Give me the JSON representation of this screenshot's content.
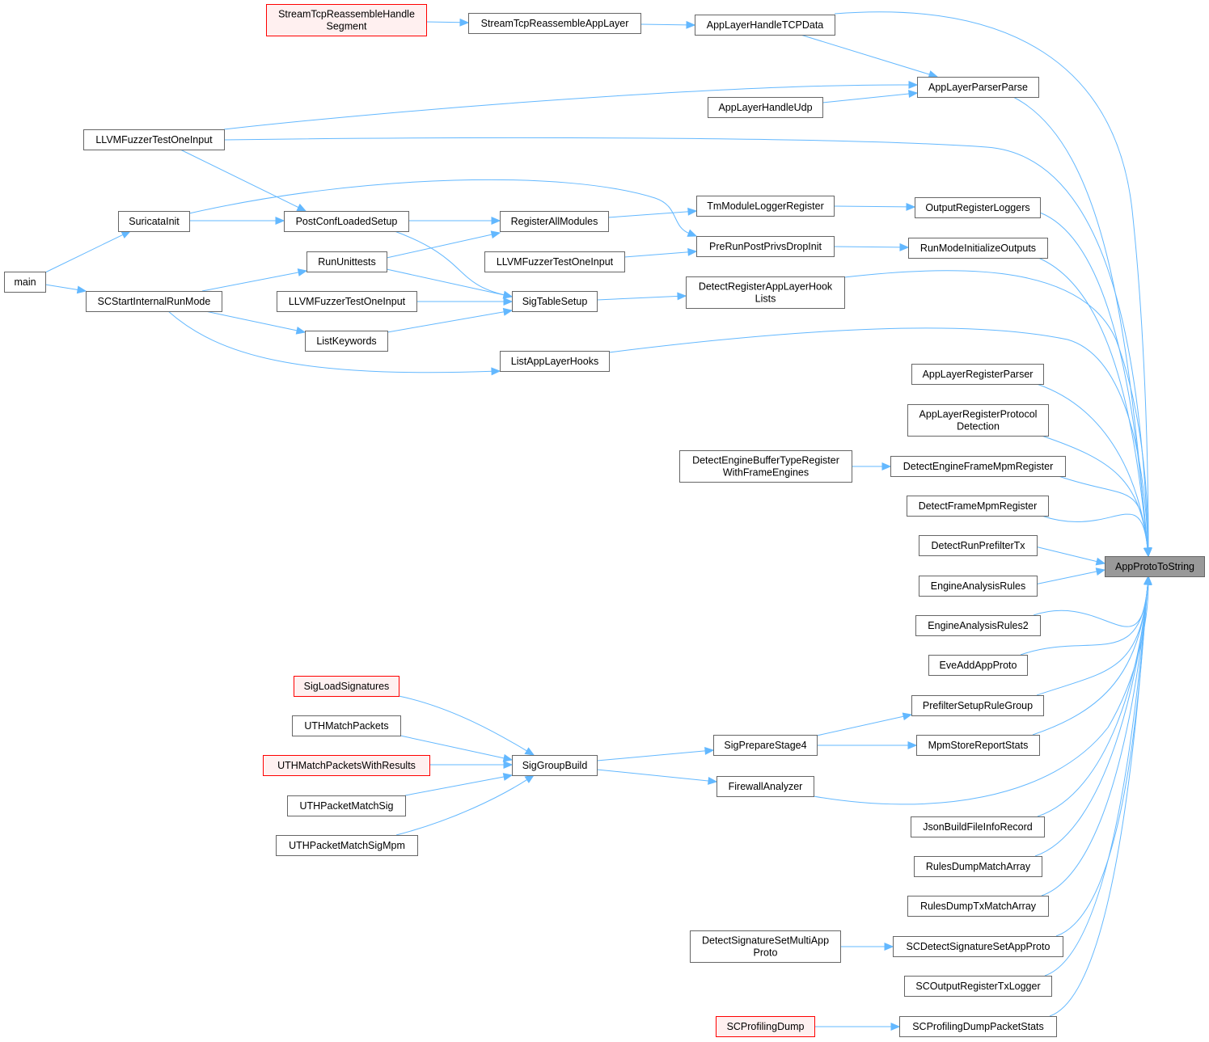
{
  "colors": {
    "edge": "#63b8ff",
    "node_border": "#666666",
    "node_fill": "#ffffff",
    "truncated_border": "#ff0000",
    "truncated_fill": "#fff0f0",
    "focus_fill": "#999999",
    "focus_border": "#666666",
    "text": "#000000"
  },
  "graph": {
    "root": "AppProtoToString",
    "nodes": [
      {
        "id": "AppProtoToString",
        "lines": [
          "AppProtoToString"
        ],
        "style": "focus"
      },
      {
        "id": "StreamTcpReassembleHandleSegment",
        "lines": [
          "StreamTcpReassembleHandle",
          "Segment"
        ],
        "style": "truncated"
      },
      {
        "id": "StreamTcpReassembleAppLayer",
        "lines": [
          "StreamTcpReassembleAppLayer"
        ],
        "style": "normal"
      },
      {
        "id": "AppLayerHandleTCPData",
        "lines": [
          "AppLayerHandleTCPData"
        ],
        "style": "normal"
      },
      {
        "id": "AppLayerParserParse",
        "lines": [
          "AppLayerParserParse"
        ],
        "style": "normal"
      },
      {
        "id": "AppLayerHandleUdp",
        "lines": [
          "AppLayerHandleUdp"
        ],
        "style": "normal"
      },
      {
        "id": "LLVMFuzzerTestOneInput_a",
        "lines": [
          "LLVMFuzzerTestOneInput"
        ],
        "style": "normal"
      },
      {
        "id": "SuricataInit",
        "lines": [
          "SuricataInit"
        ],
        "style": "normal"
      },
      {
        "id": "PostConfLoadedSetup",
        "lines": [
          "PostConfLoadedSetup"
        ],
        "style": "normal"
      },
      {
        "id": "RegisterAllModules",
        "lines": [
          "RegisterAllModules"
        ],
        "style": "normal"
      },
      {
        "id": "TmModuleLoggerRegister",
        "lines": [
          "TmModuleLoggerRegister"
        ],
        "style": "normal"
      },
      {
        "id": "OutputRegisterLoggers",
        "lines": [
          "OutputRegisterLoggers"
        ],
        "style": "normal"
      },
      {
        "id": "main",
        "lines": [
          "main"
        ],
        "style": "normal"
      },
      {
        "id": "RunUnittests",
        "lines": [
          "RunUnittests"
        ],
        "style": "normal"
      },
      {
        "id": "LLVMFuzzerTestOneInput_b",
        "lines": [
          "LLVMFuzzerTestOneInput"
        ],
        "style": "normal"
      },
      {
        "id": "PreRunPostPrivsDropInit",
        "lines": [
          "PreRunPostPrivsDropInit"
        ],
        "style": "normal"
      },
      {
        "id": "RunModeInitializeOutputs",
        "lines": [
          "RunModeInitializeOutputs"
        ],
        "style": "normal"
      },
      {
        "id": "SCStartInternalRunMode",
        "lines": [
          "SCStartInternalRunMode"
        ],
        "style": "normal"
      },
      {
        "id": "LLVMFuzzerTestOneInput_c",
        "lines": [
          "LLVMFuzzerTestOneInput"
        ],
        "style": "normal"
      },
      {
        "id": "SigTableSetup",
        "lines": [
          "SigTableSetup"
        ],
        "style": "normal"
      },
      {
        "id": "DetectRegisterAppLayerHookLists",
        "lines": [
          "DetectRegisterAppLayerHook",
          "Lists"
        ],
        "style": "normal"
      },
      {
        "id": "ListKeywords",
        "lines": [
          "ListKeywords"
        ],
        "style": "normal"
      },
      {
        "id": "ListAppLayerHooks",
        "lines": [
          "ListAppLayerHooks"
        ],
        "style": "normal"
      },
      {
        "id": "AppLayerRegisterParser",
        "lines": [
          "AppLayerRegisterParser"
        ],
        "style": "normal"
      },
      {
        "id": "AppLayerRegisterProtocolDetection",
        "lines": [
          "AppLayerRegisterProtocol",
          "Detection"
        ],
        "style": "normal"
      },
      {
        "id": "DetectEngineBufferTypeRegisterWithFrameEngines",
        "lines": [
          "DetectEngineBufferTypeRegister",
          "WithFrameEngines"
        ],
        "style": "normal"
      },
      {
        "id": "DetectEngineFrameMpmRegister",
        "lines": [
          "DetectEngineFrameMpmRegister"
        ],
        "style": "normal"
      },
      {
        "id": "DetectFrameMpmRegister",
        "lines": [
          "DetectFrameMpmRegister"
        ],
        "style": "normal"
      },
      {
        "id": "DetectRunPrefilterTx",
        "lines": [
          "DetectRunPrefilterTx"
        ],
        "style": "normal"
      },
      {
        "id": "EngineAnalysisRules",
        "lines": [
          "EngineAnalysisRules"
        ],
        "style": "normal"
      },
      {
        "id": "EngineAnalysisRules2",
        "lines": [
          "EngineAnalysisRules2"
        ],
        "style": "normal"
      },
      {
        "id": "EveAddAppProto",
        "lines": [
          "EveAddAppProto"
        ],
        "style": "normal"
      },
      {
        "id": "SigLoadSignatures",
        "lines": [
          "SigLoadSignatures"
        ],
        "style": "truncated"
      },
      {
        "id": "PrefilterSetupRuleGroup",
        "lines": [
          "PrefilterSetupRuleGroup"
        ],
        "style": "normal"
      },
      {
        "id": "UTHMatchPackets",
        "lines": [
          "UTHMatchPackets"
        ],
        "style": "normal"
      },
      {
        "id": "SigPrepareStage4",
        "lines": [
          "SigPrepareStage4"
        ],
        "style": "normal"
      },
      {
        "id": "MpmStoreReportStats",
        "lines": [
          "MpmStoreReportStats"
        ],
        "style": "normal"
      },
      {
        "id": "UTHMatchPacketsWithResults",
        "lines": [
          "UTHMatchPacketsWithResults"
        ],
        "style": "truncated"
      },
      {
        "id": "SigGroupBuild",
        "lines": [
          "SigGroupBuild"
        ],
        "style": "normal"
      },
      {
        "id": "FirewallAnalyzer",
        "lines": [
          "FirewallAnalyzer"
        ],
        "style": "normal"
      },
      {
        "id": "UTHPacketMatchSig",
        "lines": [
          "UTHPacketMatchSig"
        ],
        "style": "normal"
      },
      {
        "id": "JsonBuildFileInfoRecord",
        "lines": [
          "JsonBuildFileInfoRecord"
        ],
        "style": "normal"
      },
      {
        "id": "UTHPacketMatchSigMpm",
        "lines": [
          "UTHPacketMatchSigMpm"
        ],
        "style": "normal"
      },
      {
        "id": "RulesDumpMatchArray",
        "lines": [
          "RulesDumpMatchArray"
        ],
        "style": "normal"
      },
      {
        "id": "RulesDumpTxMatchArray",
        "lines": [
          "RulesDumpTxMatchArray"
        ],
        "style": "normal"
      },
      {
        "id": "DetectSignatureSetMultiAppProto",
        "lines": [
          "DetectSignatureSetMultiApp",
          "Proto"
        ],
        "style": "normal"
      },
      {
        "id": "SCDetectSignatureSetAppProto",
        "lines": [
          "SCDetectSignatureSetAppProto"
        ],
        "style": "normal"
      },
      {
        "id": "SCOutputRegisterTxLogger",
        "lines": [
          "SCOutputRegisterTxLogger"
        ],
        "style": "normal"
      },
      {
        "id": "SCProfilingDump",
        "lines": [
          "SCProfilingDump"
        ],
        "style": "truncated"
      },
      {
        "id": "SCProfilingDumpPacketStats",
        "lines": [
          "SCProfilingDumpPacketStats"
        ],
        "style": "normal"
      }
    ],
    "edges": [
      {
        "from": "StreamTcpReassembleHandleSegment",
        "to": "StreamTcpReassembleAppLayer"
      },
      {
        "from": "StreamTcpReassembleAppLayer",
        "to": "AppLayerHandleTCPData"
      },
      {
        "from": "AppLayerHandleTCPData",
        "to": "AppLayerParserParse"
      },
      {
        "from": "AppLayerHandleTCPData",
        "to": "AppProtoToString"
      },
      {
        "from": "AppLayerHandleUdp",
        "to": "AppLayerParserParse"
      },
      {
        "from": "LLVMFuzzerTestOneInput_a",
        "to": "AppLayerParserParse"
      },
      {
        "from": "AppLayerParserParse",
        "to": "AppProtoToString"
      },
      {
        "from": "LLVMFuzzerTestOneInput_a",
        "to": "AppProtoToString"
      },
      {
        "from": "LLVMFuzzerTestOneInput_a",
        "to": "PostConfLoadedSetup"
      },
      {
        "from": "main",
        "to": "SuricataInit"
      },
      {
        "from": "main",
        "to": "SCStartInternalRunMode"
      },
      {
        "from": "SuricataInit",
        "to": "PostConfLoadedSetup"
      },
      {
        "from": "SuricataInit",
        "to": "PreRunPostPrivsDropInit"
      },
      {
        "from": "PostConfLoadedSetup",
        "to": "RegisterAllModules"
      },
      {
        "from": "PostConfLoadedSetup",
        "to": "SigTableSetup"
      },
      {
        "from": "RunUnittests",
        "to": "RegisterAllModules"
      },
      {
        "from": "RunUnittests",
        "to": "SigTableSetup"
      },
      {
        "from": "RegisterAllModules",
        "to": "TmModuleLoggerRegister"
      },
      {
        "from": "TmModuleLoggerRegister",
        "to": "OutputRegisterLoggers"
      },
      {
        "from": "OutputRegisterLoggers",
        "to": "AppProtoToString"
      },
      {
        "from": "LLVMFuzzerTestOneInput_b",
        "to": "PreRunPostPrivsDropInit"
      },
      {
        "from": "PreRunPostPrivsDropInit",
        "to": "RunModeInitializeOutputs"
      },
      {
        "from": "RunModeInitializeOutputs",
        "to": "AppProtoToString"
      },
      {
        "from": "SCStartInternalRunMode",
        "to": "RunUnittests"
      },
      {
        "from": "SCStartInternalRunMode",
        "to": "ListKeywords"
      },
      {
        "from": "SCStartInternalRunMode",
        "to": "ListAppLayerHooks"
      },
      {
        "from": "LLVMFuzzerTestOneInput_c",
        "to": "SigTableSetup"
      },
      {
        "from": "ListKeywords",
        "to": "SigTableSetup"
      },
      {
        "from": "SigTableSetup",
        "to": "DetectRegisterAppLayerHookLists"
      },
      {
        "from": "DetectRegisterAppLayerHookLists",
        "to": "AppProtoToString"
      },
      {
        "from": "ListAppLayerHooks",
        "to": "AppProtoToString"
      },
      {
        "from": "AppLayerRegisterParser",
        "to": "AppProtoToString"
      },
      {
        "from": "AppLayerRegisterProtocolDetection",
        "to": "AppProtoToString"
      },
      {
        "from": "DetectEngineBufferTypeRegisterWithFrameEngines",
        "to": "DetectEngineFrameMpmRegister"
      },
      {
        "from": "DetectEngineFrameMpmRegister",
        "to": "AppProtoToString"
      },
      {
        "from": "DetectFrameMpmRegister",
        "to": "AppProtoToString"
      },
      {
        "from": "DetectRunPrefilterTx",
        "to": "AppProtoToString"
      },
      {
        "from": "EngineAnalysisRules",
        "to": "AppProtoToString"
      },
      {
        "from": "EngineAnalysisRules2",
        "to": "AppProtoToString"
      },
      {
        "from": "EveAddAppProto",
        "to": "AppProtoToString"
      },
      {
        "from": "SigLoadSignatures",
        "to": "SigGroupBuild"
      },
      {
        "from": "UTHMatchPackets",
        "to": "SigGroupBuild"
      },
      {
        "from": "UTHMatchPacketsWithResults",
        "to": "SigGroupBuild"
      },
      {
        "from": "UTHPacketMatchSig",
        "to": "SigGroupBuild"
      },
      {
        "from": "UTHPacketMatchSigMpm",
        "to": "SigGroupBuild"
      },
      {
        "from": "SigGroupBuild",
        "to": "SigPrepareStage4"
      },
      {
        "from": "SigGroupBuild",
        "to": "FirewallAnalyzer"
      },
      {
        "from": "SigPrepareStage4",
        "to": "PrefilterSetupRuleGroup"
      },
      {
        "from": "SigPrepareStage4",
        "to": "MpmStoreReportStats"
      },
      {
        "from": "PrefilterSetupRuleGroup",
        "to": "AppProtoToString"
      },
      {
        "from": "MpmStoreReportStats",
        "to": "AppProtoToString"
      },
      {
        "from": "FirewallAnalyzer",
        "to": "AppProtoToString"
      },
      {
        "from": "JsonBuildFileInfoRecord",
        "to": "AppProtoToString"
      },
      {
        "from": "RulesDumpMatchArray",
        "to": "AppProtoToString"
      },
      {
        "from": "RulesDumpTxMatchArray",
        "to": "AppProtoToString"
      },
      {
        "from": "DetectSignatureSetMultiAppProto",
        "to": "SCDetectSignatureSetAppProto"
      },
      {
        "from": "SCDetectSignatureSetAppProto",
        "to": "AppProtoToString"
      },
      {
        "from": "SCOutputRegisterTxLogger",
        "to": "AppProtoToString"
      },
      {
        "from": "SCProfilingDump",
        "to": "SCProfilingDumpPacketStats"
      },
      {
        "from": "SCProfilingDumpPacketStats",
        "to": "AppProtoToString"
      }
    ]
  }
}
